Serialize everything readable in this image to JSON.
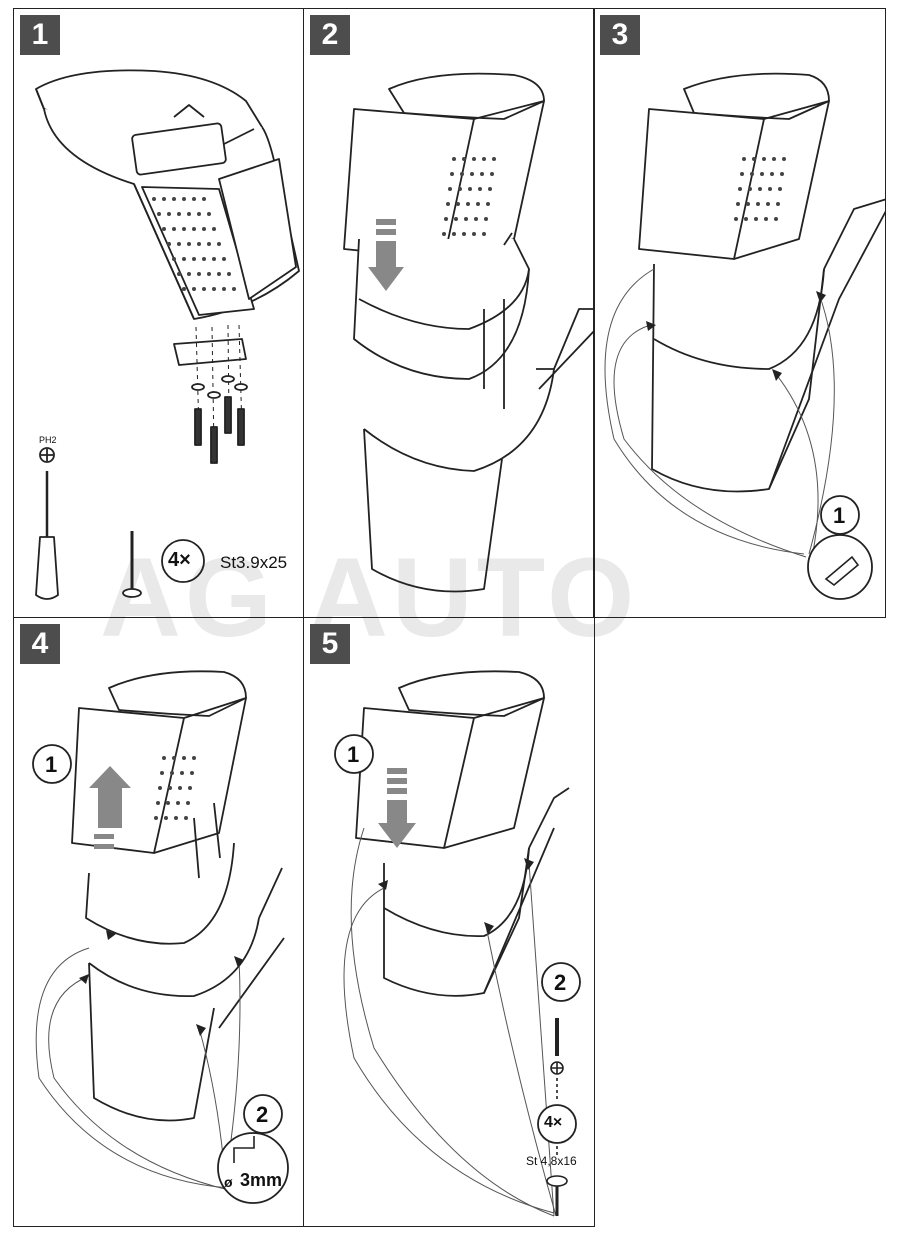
{
  "watermark": "AG AUTO",
  "steps": [
    {
      "number": "1"
    },
    {
      "number": "2"
    },
    {
      "number": "3"
    },
    {
      "number": "4"
    },
    {
      "number": "5"
    }
  ],
  "step1": {
    "screwdriver_type": "PH2",
    "screw_count": "4×",
    "screw_spec": "St3.9x25"
  },
  "step3": {
    "substep": "1"
  },
  "step4": {
    "substep_a": "1",
    "substep_b": "2",
    "drill_size": "3mm",
    "diameter_symbol": "ø"
  },
  "step5": {
    "substep_a": "1",
    "substep_b": "2",
    "screw_count": "4×",
    "screw_spec": "St 4,8x16"
  },
  "colors": {
    "badge_bg": "#4d4d4d",
    "line": "#222222",
    "watermark": "#e9e9e9"
  }
}
